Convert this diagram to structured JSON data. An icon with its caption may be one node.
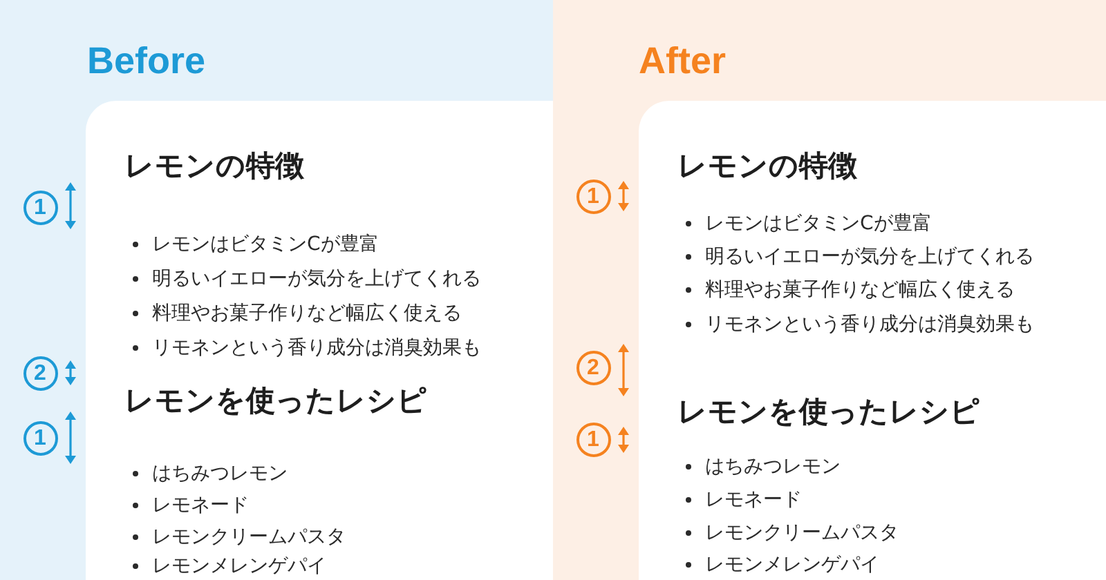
{
  "diagram": {
    "nodes": [
      {
        "text": [
          "Before"
        ]
      },
      {
        "text": [
          "レモンの特徴",
          "レモンはビタミンCが豊富",
          "明るいイエローが気分を上げてくれる",
          "料理やお菓子作りなど幅広く使える",
          "リモネンという香り成分は消臭効果も",
          "レモンを使ったレシピ",
          "はちみつレモン",
          "レモネード",
          "レモンクリームパスタ",
          "レモンメレンゲパイ"
        ],
        "in": 0
      },
      {
        "text": [
          "After"
        ]
      },
      {
        "text": [
          "レモンの特徴",
          "レモンはビタミンCが豊富",
          "明るいイエローが気分を上げてくれる",
          "料理やお菓子作りなど幅広く使える",
          "リモネンという香り成分は消臭効果も",
          "レモンを使ったレシピ",
          "はちみつレモン",
          "レモネード",
          "レモンクリームパスタ",
          "レモンメレンゲパイ"
        ],
        "in": 2
      }
    ],
    "labels": [
      "1",
      "2",
      "1",
      "1",
      "2",
      "1"
    ]
  }
}
